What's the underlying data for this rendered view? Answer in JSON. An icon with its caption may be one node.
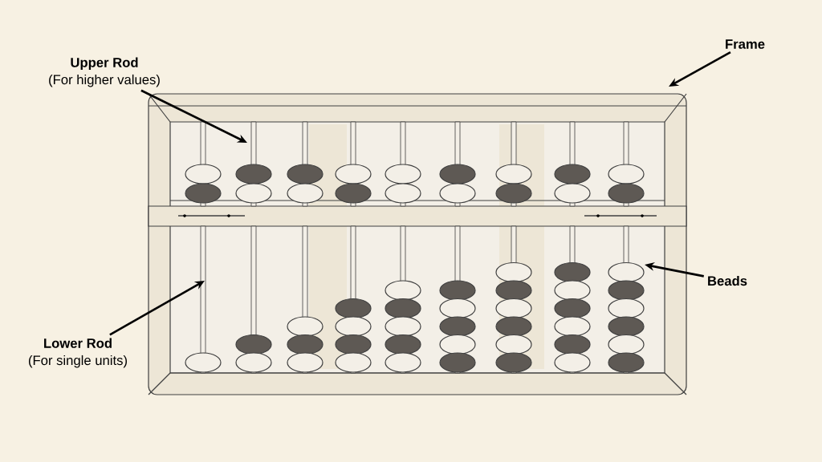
{
  "diagram": {
    "nodes": [
      {
        "text": [
          "Upper Rod",
          "(For higher values)"
        ]
      },
      {
        "text": [
          "Frame"
        ]
      },
      {
        "text": [
          "Beads"
        ]
      },
      {
        "text": [
          "Lower Rod",
          "(For single units)"
        ]
      }
    ],
    "edges": [
      {
        "from": 0,
        "to": null,
        "arrow": "to"
      },
      {
        "from": 1,
        "to": null,
        "arrow": "to"
      },
      {
        "from": 2,
        "to": null,
        "arrow": "to"
      },
      {
        "from": 3,
        "to": null,
        "arrow": "to"
      }
    ]
  }
}
